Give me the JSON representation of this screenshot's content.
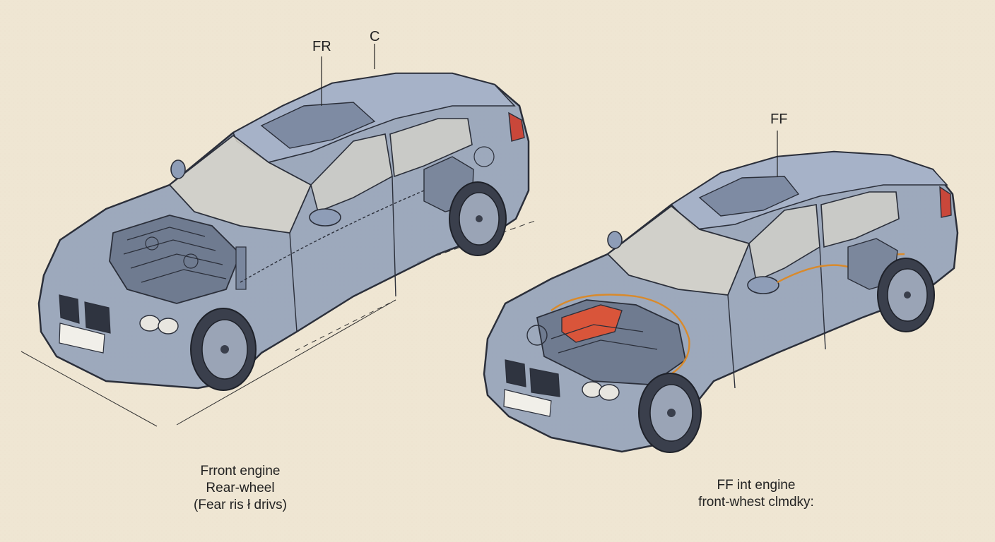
{
  "diagram": {
    "callouts": {
      "fr": "FR",
      "c": "C",
      "ff": "FF"
    },
    "left_car": {
      "caption_lines": [
        "Frront engine",
        "Rear-wheel",
        "(Fear ris ł drivs)"
      ]
    },
    "right_car": {
      "caption_lines": [
        "FF int engine",
        "front-whest clmdky:"
      ]
    }
  },
  "colors": {
    "paper": "#efe6d3",
    "car_body": "#8e9db7",
    "outline": "#2b2f3a",
    "glass": "#d9d6cc",
    "engine_highlight": "#d9553a",
    "drivetrain_path": "#d98a2b",
    "taillight": "#c9473a"
  }
}
